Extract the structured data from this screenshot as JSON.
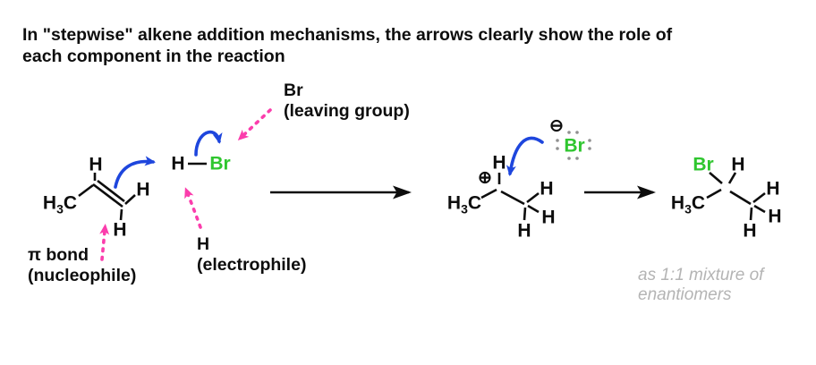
{
  "title": {
    "lines": [
      "In \"stepwise\" alkene addition mechanisms, the arrows clearly show the role of",
      "each component in the reaction"
    ]
  },
  "symbols": {
    "H": "H",
    "C": "C",
    "sub3": "3",
    "Br": "Br",
    "plus": "⊕",
    "minus": "⊖"
  },
  "annotations": {
    "leaving_group": {
      "atom": "Br",
      "role": "(leaving group)"
    },
    "nucleophile": {
      "atom": "π bond",
      "role": "(nucleophile)"
    },
    "electrophile": {
      "atom": "H",
      "role": "(electrophile)"
    },
    "product_note": {
      "line1": "as 1:1 mixture of",
      "line2": "enantiomers"
    }
  },
  "colors": {
    "ink": "#0d0d0d",
    "arrow_blue": "#1e46dd",
    "arrow_pink": "#fb3dac",
    "bromine_green": "#2fc62f",
    "note_gray": "#b4b4b4",
    "lone_pair_gray": "#909090"
  }
}
